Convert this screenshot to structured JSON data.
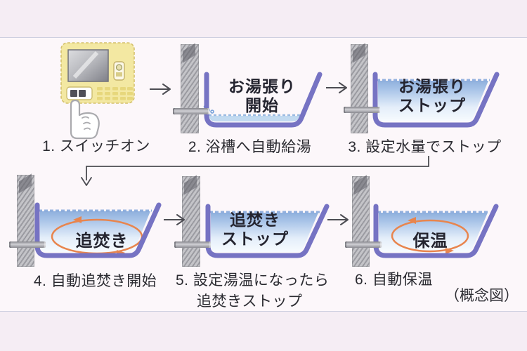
{
  "caption": "（概念図）",
  "icons": {
    "flow_arrow": "→",
    "down_arrow": "↓",
    "pointing_hand": "☝",
    "circulation_loop": "↺"
  },
  "colors": {
    "page_background": "#f5edf4",
    "content_background": "#fcf7fa",
    "tub_outline": "#7673c3",
    "water_top": "#8fb0dd",
    "water_bottom": "#f7fbfe",
    "circulation_arrow": "#e8854e",
    "remote_body": "#f3e8a2",
    "wall_gray": "#b7b7bb",
    "label_text": "#2b2b31"
  },
  "steps": [
    {
      "label": "1. スイッチオン"
    },
    {
      "label": "2. 浴槽へ自動給湯",
      "tub_line1": "お湯張り",
      "tub_line2": "開始"
    },
    {
      "label": "3. 設定水量でストップ",
      "tub_line1": "お湯張り",
      "tub_line2": "ストップ"
    },
    {
      "label": "4. 自動追焚き開始",
      "tub_line1": "追焚き"
    },
    {
      "label": "5. 設定湯温になったら",
      "label_line2": "追焚きストップ",
      "tub_line1": "追焚き",
      "tub_line2": "ストップ"
    },
    {
      "label": "6. 自動保温",
      "tub_line1": "保温"
    }
  ]
}
